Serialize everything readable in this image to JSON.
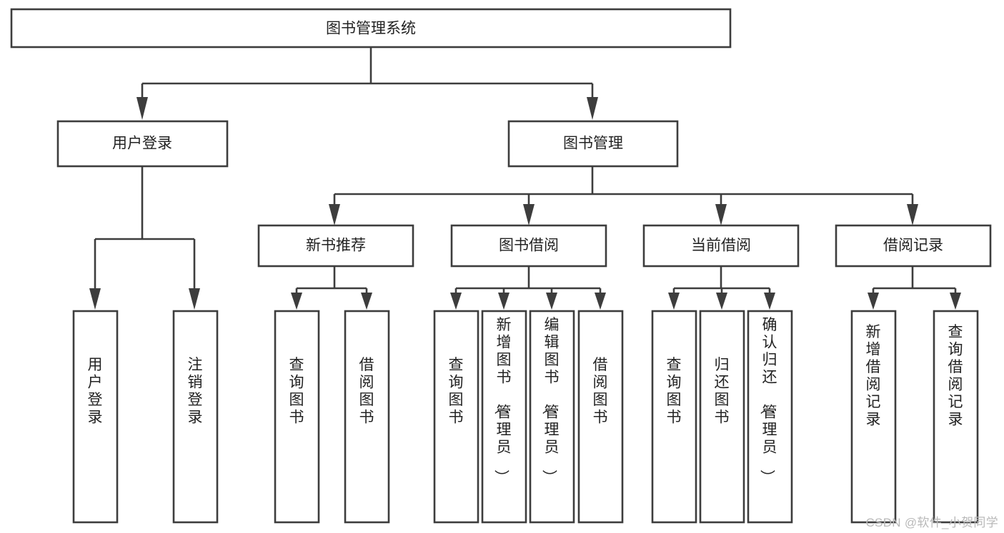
{
  "diagram": {
    "type": "tree-flowchart",
    "title": "图书管理系统",
    "watermark": "CSDN @软件_小贺同学",
    "colors": {
      "stroke": "#3d3d3d",
      "fill": "#ffffff",
      "text": "#222222",
      "watermark": "#b9b9b9",
      "background": "#ffffff"
    },
    "nodes": {
      "root": {
        "label": "图书管理系统"
      },
      "level2": [
        {
          "id": "user-login",
          "label": "用户登录"
        },
        {
          "id": "book-management",
          "label": "图书管理"
        }
      ],
      "level3": [
        {
          "id": "new-book-recommend",
          "label": "新书推荐"
        },
        {
          "id": "book-borrow",
          "label": "图书借阅"
        },
        {
          "id": "current-borrow",
          "label": "当前借阅"
        },
        {
          "id": "borrow-record",
          "label": "借阅记录"
        }
      ],
      "leaves": {
        "user_login": [
          {
            "id": "leaf-user-login",
            "label": "用户登录"
          },
          {
            "id": "leaf-logout-login",
            "label": "注销登录"
          }
        ],
        "new_book_recommend": [
          {
            "id": "leaf-query-book-1",
            "label": "查询图书"
          },
          {
            "id": "leaf-borrow-book-1",
            "label": "借阅图书"
          }
        ],
        "book_borrow": [
          {
            "id": "leaf-query-book-2",
            "label": "查询图书"
          },
          {
            "id": "leaf-add-book",
            "label": "新增图书（管理员）"
          },
          {
            "id": "leaf-edit-book",
            "label": "编辑图书（管理员）"
          },
          {
            "id": "leaf-borrow-book-2",
            "label": "借阅图书"
          }
        ],
        "current_borrow": [
          {
            "id": "leaf-query-book-3",
            "label": "查询图书"
          },
          {
            "id": "leaf-return-book",
            "label": "归还图书"
          },
          {
            "id": "leaf-confirm-return",
            "label": "确认归还（管理员）"
          }
        ],
        "borrow_record": [
          {
            "id": "leaf-add-borrow-record",
            "label": "新增借阅记录"
          },
          {
            "id": "leaf-query-borrow-record",
            "label": "查询借阅记录"
          }
        ]
      }
    }
  }
}
